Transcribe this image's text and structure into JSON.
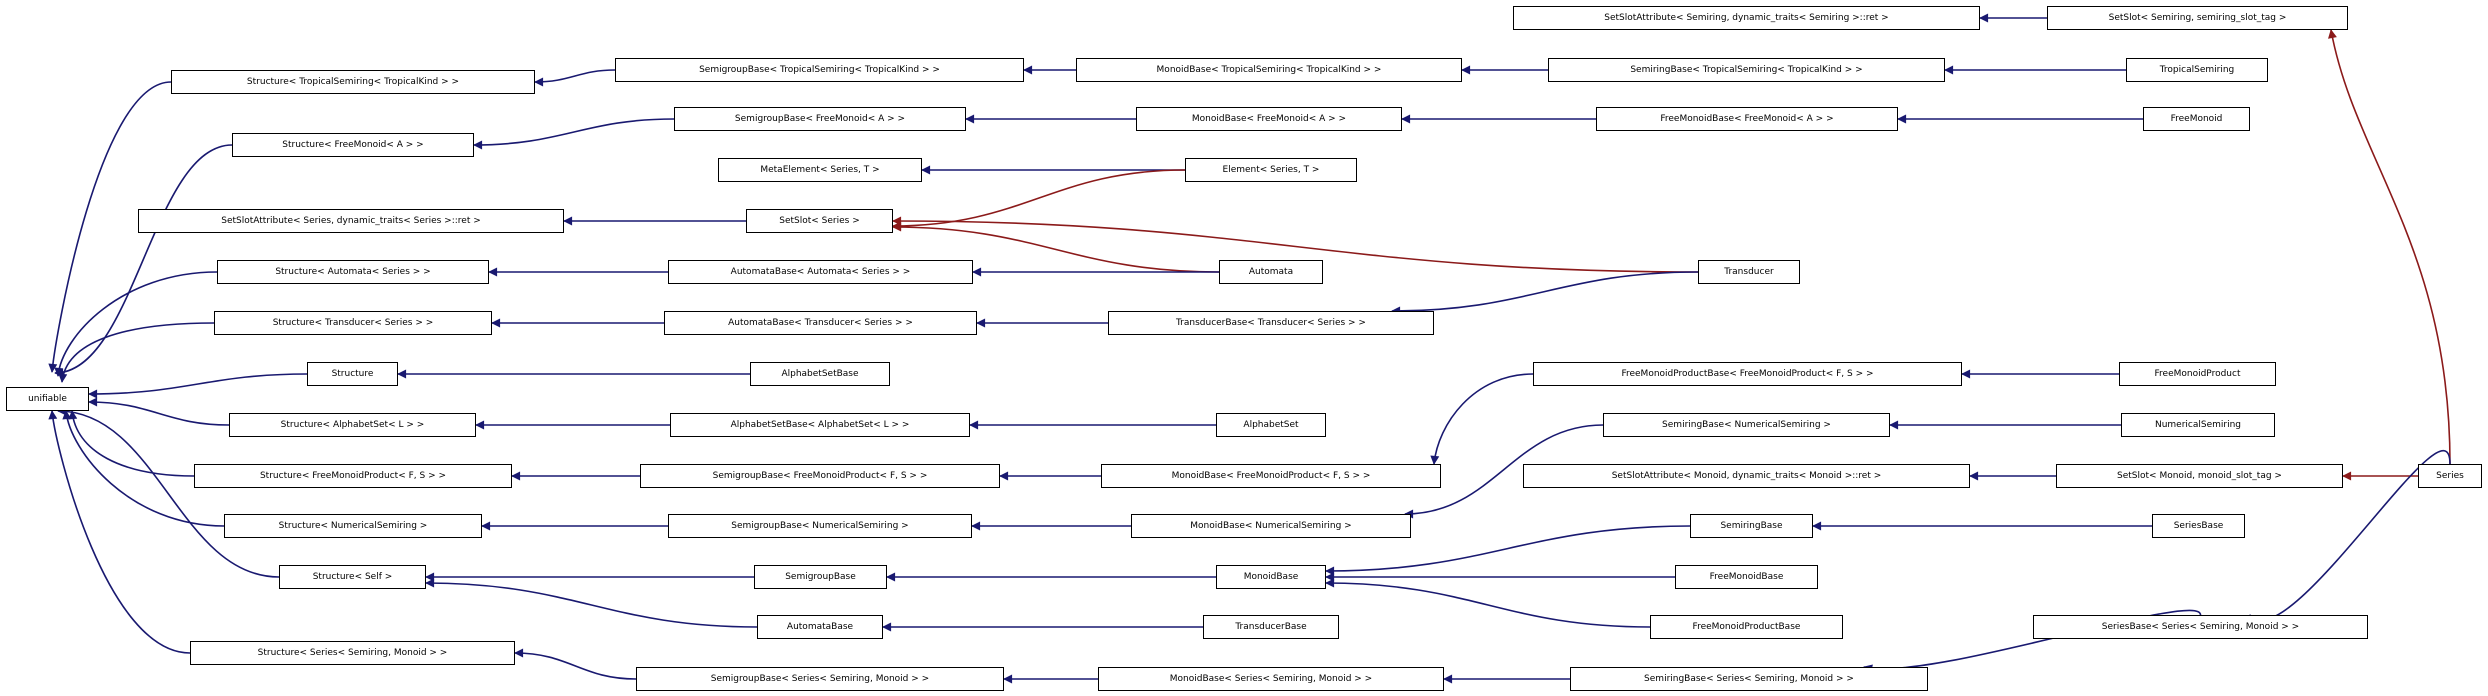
{
  "diagram": {
    "colors": {
      "inheritance": "#191970",
      "usage": "#8b1a1a"
    },
    "nodes": [
      {
        "id": "unifiable",
        "label": "unifiable"
      },
      {
        "id": "st_trop",
        "label": "Structure< TropicalSemiring< TropicalKind > >"
      },
      {
        "id": "st_fm",
        "label": "Structure< FreeMonoid< A > >"
      },
      {
        "id": "ssattr_series",
        "label": "SetSlotAttribute< Series, dynamic_traits< Series >::ret >"
      },
      {
        "id": "st_aut",
        "label": "Structure< Automata< Series > >"
      },
      {
        "id": "st_trans",
        "label": "Structure< Transducer< Series > >"
      },
      {
        "id": "st",
        "label": "Structure"
      },
      {
        "id": "st_alpha",
        "label": "Structure< AlphabetSet< L > >"
      },
      {
        "id": "st_fmp",
        "label": "Structure< FreeMonoidProduct< F, S > >"
      },
      {
        "id": "st_num",
        "label": "Structure< NumericalSemiring >"
      },
      {
        "id": "st_self",
        "label": "Structure< Self >"
      },
      {
        "id": "st_series",
        "label": "Structure< Series< Semiring, Monoid > >"
      },
      {
        "id": "sg_trop",
        "label": "SemigroupBase< TropicalSemiring< TropicalKind > >"
      },
      {
        "id": "sg_fm",
        "label": "SemigroupBase< FreeMonoid< A > >"
      },
      {
        "id": "metaelem",
        "label": "MetaElement< Series, T >"
      },
      {
        "id": "setslot_series",
        "label": "SetSlot< Series >"
      },
      {
        "id": "ab_aut",
        "label": "AutomataBase< Automata< Series > >"
      },
      {
        "id": "ab_trans",
        "label": "AutomataBase< Transducer< Series > >"
      },
      {
        "id": "abs_base",
        "label": "AlphabetSetBase"
      },
      {
        "id": "abs_alpha",
        "label": "AlphabetSetBase< AlphabetSet< L > >"
      },
      {
        "id": "sg_fmp",
        "label": "SemigroupBase< FreeMonoidProduct< F, S > >"
      },
      {
        "id": "sg_num",
        "label": "SemigroupBase< NumericalSemiring >"
      },
      {
        "id": "sg_base",
        "label": "SemigroupBase"
      },
      {
        "id": "ab_base",
        "label": "AutomataBase"
      },
      {
        "id": "sg_series",
        "label": "SemigroupBase< Series< Semiring, Monoid > >"
      },
      {
        "id": "mb_trop",
        "label": "MonoidBase< TropicalSemiring< TropicalKind > >"
      },
      {
        "id": "mb_fm",
        "label": "MonoidBase< FreeMonoid< A > >"
      },
      {
        "id": "element",
        "label": "Element< Series, T >"
      },
      {
        "id": "automata",
        "label": "Automata"
      },
      {
        "id": "tb_trans",
        "label": "TransducerBase< Transducer< Series > >"
      },
      {
        "id": "alphabetset",
        "label": "AlphabetSet"
      },
      {
        "id": "mb_fmp",
        "label": "MonoidBase< FreeMonoidProduct< F, S > >"
      },
      {
        "id": "mb_num",
        "label": "MonoidBase< NumericalSemiring >"
      },
      {
        "id": "mb_base",
        "label": "MonoidBase"
      },
      {
        "id": "tb_base",
        "label": "TransducerBase"
      },
      {
        "id": "mb_series",
        "label": "MonoidBase< Series< Semiring, Monoid > >"
      },
      {
        "id": "ssattr_semiring",
        "label": "SetSlotAttribute< Semiring, dynamic_traits< Semiring >::ret >"
      },
      {
        "id": "srb_trop",
        "label": "SemiringBase< TropicalSemiring< TropicalKind > >"
      },
      {
        "id": "fmb_fm",
        "label": "FreeMonoidBase< FreeMonoid< A > >"
      },
      {
        "id": "transducer",
        "label": "Transducer"
      },
      {
        "id": "fmpb_fmp",
        "label": "FreeMonoidProductBase< FreeMonoidProduct< F, S > >"
      },
      {
        "id": "srb_num",
        "label": "SemiringBase< NumericalSemiring >"
      },
      {
        "id": "ssattr_monoid",
        "label": "SetSlotAttribute< Monoid, dynamic_traits< Monoid >::ret >"
      },
      {
        "id": "srb_base",
        "label": "SemiringBase"
      },
      {
        "id": "fmb_base",
        "label": "FreeMonoidBase"
      },
      {
        "id": "fmpb_base",
        "label": "FreeMonoidProductBase"
      },
      {
        "id": "srb_series",
        "label": "SemiringBase< Series< Semiring, Monoid > >"
      },
      {
        "id": "setslot_semiring",
        "label": "SetSlot< Semiring, semiring_slot_tag >"
      },
      {
        "id": "tropical",
        "label": "TropicalSemiring"
      },
      {
        "id": "freemonoid",
        "label": "FreeMonoid"
      },
      {
        "id": "fmp",
        "label": "FreeMonoidProduct"
      },
      {
        "id": "numerical",
        "label": "NumericalSemiring"
      },
      {
        "id": "setslot_monoid",
        "label": "SetSlot< Monoid, monoid_slot_tag >"
      },
      {
        "id": "seriesbase",
        "label": "SeriesBase"
      },
      {
        "id": "seriesbase_series",
        "label": "SeriesBase< Series< Semiring, Monoid > >"
      },
      {
        "id": "series",
        "label": "Series"
      }
    ],
    "edges": [
      {
        "from": "st_trop",
        "to": "unifiable",
        "kind": "inheritance"
      },
      {
        "from": "st_fm",
        "to": "unifiable",
        "kind": "inheritance"
      },
      {
        "from": "st_aut",
        "to": "unifiable",
        "kind": "inheritance"
      },
      {
        "from": "st_trans",
        "to": "unifiable",
        "kind": "inheritance"
      },
      {
        "from": "st",
        "to": "unifiable",
        "kind": "inheritance"
      },
      {
        "from": "st_alpha",
        "to": "unifiable",
        "kind": "inheritance"
      },
      {
        "from": "st_fmp",
        "to": "unifiable",
        "kind": "inheritance"
      },
      {
        "from": "st_num",
        "to": "unifiable",
        "kind": "inheritance"
      },
      {
        "from": "st_self",
        "to": "unifiable",
        "kind": "inheritance"
      },
      {
        "from": "st_series",
        "to": "unifiable",
        "kind": "inheritance"
      },
      {
        "from": "sg_trop",
        "to": "st_trop",
        "kind": "inheritance"
      },
      {
        "from": "sg_fm",
        "to": "st_fm",
        "kind": "inheritance"
      },
      {
        "from": "setslot_series",
        "to": "ssattr_series",
        "kind": "inheritance"
      },
      {
        "from": "ab_aut",
        "to": "st_aut",
        "kind": "inheritance"
      },
      {
        "from": "ab_trans",
        "to": "st_trans",
        "kind": "inheritance"
      },
      {
        "from": "abs_base",
        "to": "st",
        "kind": "inheritance"
      },
      {
        "from": "abs_alpha",
        "to": "st_alpha",
        "kind": "inheritance"
      },
      {
        "from": "sg_fmp",
        "to": "st_fmp",
        "kind": "inheritance"
      },
      {
        "from": "sg_num",
        "to": "st_num",
        "kind": "inheritance"
      },
      {
        "from": "sg_base",
        "to": "st_self",
        "kind": "inheritance"
      },
      {
        "from": "ab_base",
        "to": "st_self",
        "kind": "inheritance"
      },
      {
        "from": "sg_series",
        "to": "st_series",
        "kind": "inheritance"
      },
      {
        "from": "mb_trop",
        "to": "sg_trop",
        "kind": "inheritance"
      },
      {
        "from": "mb_fm",
        "to": "sg_fm",
        "kind": "inheritance"
      },
      {
        "from": "element",
        "to": "metaelem",
        "kind": "inheritance"
      },
      {
        "from": "element",
        "to": "setslot_series",
        "kind": "usage"
      },
      {
        "from": "automata",
        "to": "setslot_series",
        "kind": "usage"
      },
      {
        "from": "transducer",
        "to": "setslot_series",
        "kind": "usage"
      },
      {
        "from": "automata",
        "to": "ab_aut",
        "kind": "inheritance"
      },
      {
        "from": "tb_trans",
        "to": "ab_trans",
        "kind": "inheritance"
      },
      {
        "from": "alphabetset",
        "to": "abs_alpha",
        "kind": "inheritance"
      },
      {
        "from": "mb_fmp",
        "to": "sg_fmp",
        "kind": "inheritance"
      },
      {
        "from": "mb_num",
        "to": "sg_num",
        "kind": "inheritance"
      },
      {
        "from": "mb_base",
        "to": "sg_base",
        "kind": "inheritance"
      },
      {
        "from": "tb_base",
        "to": "ab_base",
        "kind": "inheritance"
      },
      {
        "from": "mb_series",
        "to": "sg_series",
        "kind": "inheritance"
      },
      {
        "from": "srb_trop",
        "to": "mb_trop",
        "kind": "inheritance"
      },
      {
        "from": "fmb_fm",
        "to": "mb_fm",
        "kind": "inheritance"
      },
      {
        "from": "transducer",
        "to": "tb_trans",
        "kind": "inheritance"
      },
      {
        "from": "fmpb_fmp",
        "to": "mb_fmp",
        "kind": "inheritance"
      },
      {
        "from": "srb_num",
        "to": "mb_num",
        "kind": "inheritance"
      },
      {
        "from": "srb_base",
        "to": "mb_base",
        "kind": "inheritance"
      },
      {
        "from": "fmb_base",
        "to": "mb_base",
        "kind": "inheritance"
      },
      {
        "from": "fmpb_base",
        "to": "mb_base",
        "kind": "inheritance"
      },
      {
        "from": "srb_series",
        "to": "mb_series",
        "kind": "inheritance"
      },
      {
        "from": "setslot_semiring",
        "to": "ssattr_semiring",
        "kind": "inheritance"
      },
      {
        "from": "tropical",
        "to": "srb_trop",
        "kind": "inheritance"
      },
      {
        "from": "freemonoid",
        "to": "fmb_fm",
        "kind": "inheritance"
      },
      {
        "from": "fmp",
        "to": "fmpb_fmp",
        "kind": "inheritance"
      },
      {
        "from": "numerical",
        "to": "srb_num",
        "kind": "inheritance"
      },
      {
        "from": "setslot_monoid",
        "to": "ssattr_monoid",
        "kind": "inheritance"
      },
      {
        "from": "seriesbase",
        "to": "srb_base",
        "kind": "inheritance"
      },
      {
        "from": "seriesbase_series",
        "to": "srb_series",
        "kind": "inheritance"
      },
      {
        "from": "series",
        "to": "setslot_semiring",
        "kind": "usage"
      },
      {
        "from": "series",
        "to": "setslot_monoid",
        "kind": "usage"
      },
      {
        "from": "series",
        "to": "seriesbase_series",
        "kind": "inheritance"
      }
    ]
  }
}
